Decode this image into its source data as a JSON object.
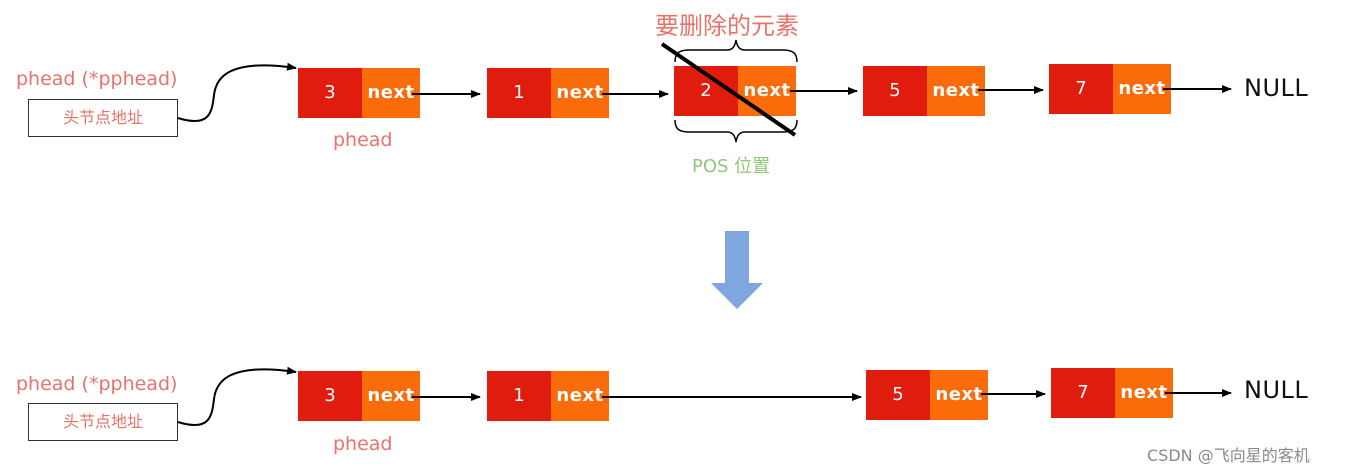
{
  "labels": {
    "phead_pphead": "phead (*pphead)",
    "head_address": "头节点地址",
    "phead": "phead",
    "delete_caption": "要删除的元素",
    "pos_caption": "POS 位置",
    "null": "NULL",
    "next": "next",
    "watermark": "CSDN @飞向星的客机"
  },
  "before": {
    "nodes": [
      {
        "value": "3"
      },
      {
        "value": "1"
      },
      {
        "value": "2"
      },
      {
        "value": "5"
      },
      {
        "value": "7"
      }
    ]
  },
  "after": {
    "nodes": [
      {
        "value": "3"
      },
      {
        "value": "1"
      },
      {
        "value": "5"
      },
      {
        "value": "7"
      }
    ]
  },
  "colors": {
    "value_cell": "#e01c0e",
    "next_cell": "#fa6c0a",
    "label_red": "#e8736a",
    "pos_green": "#8fc97a",
    "down_arrow": "#7fa6de"
  }
}
